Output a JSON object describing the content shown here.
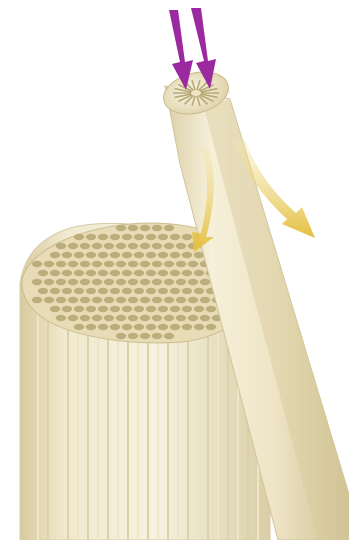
{
  "figure": {
    "subject": "fiber-bundle-cross-section",
    "colors": {
      "background": "#ffffff",
      "fiber_light": "#f4eed7",
      "fiber_mid": "#e7dcb7",
      "fiber_shadow": "#cbbd8f",
      "fiber_end": "#b5a774",
      "input_arrow": "#9b2aa0",
      "output_arrow": "#e3c24b"
    },
    "arrows": {
      "input_count": 2,
      "output_count": 2,
      "input_color_name": "purple",
      "output_color_name": "yellow"
    }
  }
}
